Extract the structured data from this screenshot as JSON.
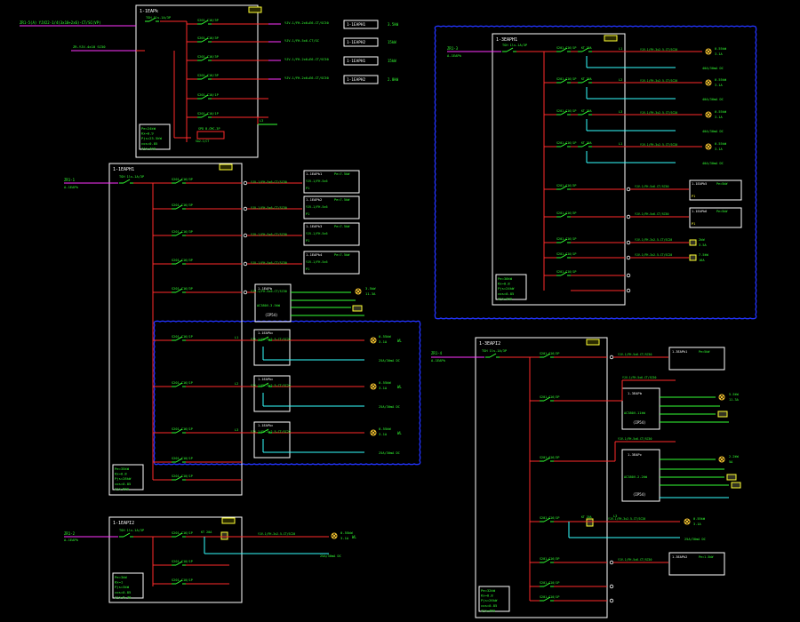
{
  "colors": {
    "background": "#000000",
    "frame": "#ffffff",
    "feeder": "#ff2a2a",
    "incoming": "#ff33ff",
    "branch": "#33ffff",
    "label": "#33ff33",
    "title_tag": "#ffff33",
    "selection": "#2233ff",
    "lamp": "#ffcc33"
  },
  "panels": {
    "p1_1ekp": {
      "title": "1-1EAPk",
      "incoming_text": "ZR1-5(A) YJV22-1/4(3x10+2x6)-CT/SC(VP)",
      "incoming_sub": "ZR-YJV-4x10 SC50",
      "main_breaker": "TGH 1ls-1A/3P",
      "breakers": [
        "S201-C16/3P",
        "S201-C16/3P",
        "S201-C16/3P",
        "S201-C16/3P",
        "S201-C10/1P",
        "S201-C10/1P"
      ],
      "circuits": [
        "YJV-1/FH-2x6+E6-CT/SC50",
        "YJV-1/FH-5x6-CT/SC",
        "YJV-1/FH-2x6+E6-CT/SC50",
        "YJV-1/FH-2x6+E6-CT/SC50",
        "",
        ""
      ],
      "targets": [
        "1-1EAPH1",
        "1-1EAPH2",
        "1-1EAPH1",
        "1-1EAPH2"
      ],
      "loads": [
        "3.5kW",
        "15kW",
        "15kW",
        "2.0kW"
      ],
      "spare_label": "SA2-1/CT",
      "spd_label": "SPD B-CMC-3P",
      "l_tag": "L3",
      "params": [
        "Pe=24kW",
        "Kx=0.9",
        "Pjs=23.5kW",
        "cos=0.85",
        "Ijs=42A"
      ]
    },
    "p2_1eap1": {
      "title": "1-1EAPH1",
      "incoming_text": "ZR1-1",
      "incoming_sub": "A-1EAPk",
      "main_breaker": "TGH 1ls-1A/3P",
      "breakers": [
        "S201-C16/3P",
        "S201-C16/3P",
        "S201-C16/3P",
        "S201-C16/3P",
        "S201-C16/3P",
        "S201-C16/1P",
        "S201-C16/1P",
        "S201-C16/1P",
        "S201-C10/1P",
        "S201-C10/1P"
      ],
      "circuits": [
        "YJV-1/FH-5x6-CT/SC50",
        "YJV-1/FH-5x6-CT/SC50",
        "YJV-1/FH-5x6-CT/SC50",
        "YJV-1/FH-5x6-CT/SC50",
        "YJV-1/FH-5x6-CT/SC50",
        "YJV-1/FH-3x2.5-CT/SC20",
        "YJV-1/FH-3x2.5-CT/SC20",
        "YJV-1/FH-3x2.5-CT/SC20"
      ],
      "sub_boxes": [
        {
          "title": "1-1EAPk1",
          "value": "Pe=7.5kW",
          "line": "YJV-1/FH-5x6",
          "tag": "P1"
        },
        {
          "title": "1-1EAPk2",
          "value": "Pe=7.5kW",
          "line": "YJV-1/FH-5x6",
          "tag": "P1"
        },
        {
          "title": "1-1EAPk3",
          "value": "Pe=7.5kW",
          "line": "YJV-1/FH-5x6",
          "tag": "P1"
        },
        {
          "title": "1-1EAPk4",
          "value": "Pe=7.5kW",
          "line": "YJV-1/FH-5x6",
          "tag": "P1"
        }
      ],
      "device_box": {
        "title": "1-1EAPb",
        "spec": "AC380V-3.5kW",
        "ip": "(IP54)",
        "load": "3.5kW",
        "current": "11.3A"
      },
      "lamp_boxes": [
        {
          "title": "1-1EAPkc",
          "load": "0.55kW",
          "current": "3.1A",
          "dc": "25A/30mA DC",
          "tag": "L1"
        },
        {
          "title": "1-1EAPkc",
          "load": "0.55kW",
          "current": "3.1A",
          "dc": "25A/30mA DC",
          "tag": "L2"
        },
        {
          "title": "1-1EAPkc",
          "load": "0.55kW",
          "current": "3.1A",
          "dc": "25A/30mA DC",
          "tag": "L3"
        }
      ],
      "lamp_code": "WL",
      "params": [
        "Pe=35kW",
        "Kx=0.8",
        "Pjs=28kW",
        "cos=0.85",
        "Ijs=50A"
      ]
    },
    "p3_1eap12": {
      "title": "1-1EAPI2",
      "incoming_text": "ZR1-2",
      "incoming_sub": "A-1EAPk",
      "main_breaker": "TGH 1ls-1A/3P",
      "breakers": [
        "S201-C16/1P",
        "S201-C10/1P",
        "S201-C10/1P"
      ],
      "circuits": [
        "YJV-1/FH-3x2.5-CT/SC20"
      ],
      "relay": "KT 20A",
      "load": "0.55kW",
      "current": "3.1A",
      "dc": "25A/30mA DC",
      "lamp_code": "WL",
      "params": [
        "Pe=3kW",
        "Kx=1",
        "Pjs=3kW",
        "cos=0.85",
        "Ijs=5.4A"
      ]
    },
    "p4_1eap1": {
      "title": "1-3EAPH1",
      "incoming_text": "ZR1-3",
      "incoming_sub": "A-1EAPk",
      "main_breaker": "TGH 1ls-1A/3P",
      "breakers": [
        "S201-C16/1P",
        "S201-C16/1P",
        "S201-C16/1P",
        "S201-C16/1P",
        "S201-C16/3P",
        "S201-C16/3P",
        "S201-C16/1P",
        "S201-C10/1P",
        "S201-C10/1P"
      ],
      "circuits": [
        "YJV-1/FH-3x2.5-CT/SC20",
        "YJV-1/FH-3x2.5-CT/SC20",
        "YJV-1/FH-3x2.5-CT/SC20",
        "YJV-1/FH-3x2.5-CT/SC20",
        "YJV-1/FH-5x6-CT/SC50",
        "YJV-1/FH-5x6-CT/SC50",
        "YJV-1/FH-3x2.5-CT/SC20",
        "YJV-1/FH-3x2.5-CT/SC20"
      ],
      "lamp_items": [
        {
          "load": "0.55kW",
          "current": "3.1A",
          "dc": "40A/30mA DC",
          "tag": "L1"
        },
        {
          "load": "0.55kW",
          "current": "3.1A",
          "dc": "40A/30mA DC",
          "tag": "L2"
        },
        {
          "load": "0.55kW",
          "current": "3.1A",
          "dc": "40A/30mA DC",
          "tag": "L3"
        },
        {
          "load": "0.55kW",
          "current": "3.1A",
          "dc": "40A/30mA DC",
          "tag": "L1"
        }
      ],
      "sub_boxes": [
        {
          "title": "1-1EAPk5",
          "value": "Pe=5kW",
          "tag": "P1"
        },
        {
          "title": "1-1EAPk6",
          "value": "Pe=5kW",
          "tag": "P1"
        }
      ],
      "extra": [
        {
          "load": "2kW",
          "current": "3.5A"
        },
        {
          "load": "7.5kW",
          "current": "16A"
        }
      ],
      "params": [
        "Pe=30kW",
        "Kx=0.8",
        "Pjs=24kW",
        "cos=0.85",
        "Ijs=43A"
      ]
    },
    "p5_1eap2": {
      "title": "1-3EAPI2",
      "incoming_text": "ZR1-4",
      "incoming_sub": "A-1EAPk",
      "main_breaker": "TGH 1ls-1A/3P",
      "breakers": [
        "S201-C16/3P",
        "S201-C16/3P",
        "S201-C16/3P",
        "S201-C16/1P",
        "S201-C16/3P",
        "S201-C10/1P",
        "S201-C10/1P"
      ],
      "circuits": [
        "YJV-1/FH-5x6-CT/SC50",
        "YJV-1/FH-5x6-CT/SC50",
        "YJV-1/FH-5x6-CT/SC50",
        "YJV-1/FH-3x2.5-CT/SC20",
        "YJV-1/FH-5x6-CT/SC50"
      ],
      "top_box": {
        "title": "1-3EAPk1",
        "value": "Pe=5kW"
      },
      "device_box1": {
        "title": "1-3EAPb",
        "spec": "AC380V-11kW",
        "ip": "(IP54)",
        "load": "5.5kW",
        "current": "11.3A"
      },
      "device_box2": {
        "title": "1-3EAPc",
        "spec": "AC380V-2.2kW",
        "ip": "(IP54)",
        "load": "2.2kW",
        "current": "5A"
      },
      "lamp": {
        "relay": "KT 20A",
        "load": "0.55kW",
        "current": "3.1A",
        "dc": "25A/30mA DC",
        "tag": "L3"
      },
      "bottom_box": {
        "title": "1-3EAPk2",
        "value": "Pe=1.5kW"
      },
      "params": [
        "Pe=32kW",
        "Kx=0.8",
        "Pjs=26kW",
        "cos=0.85",
        "Ijs=46A"
      ]
    }
  }
}
